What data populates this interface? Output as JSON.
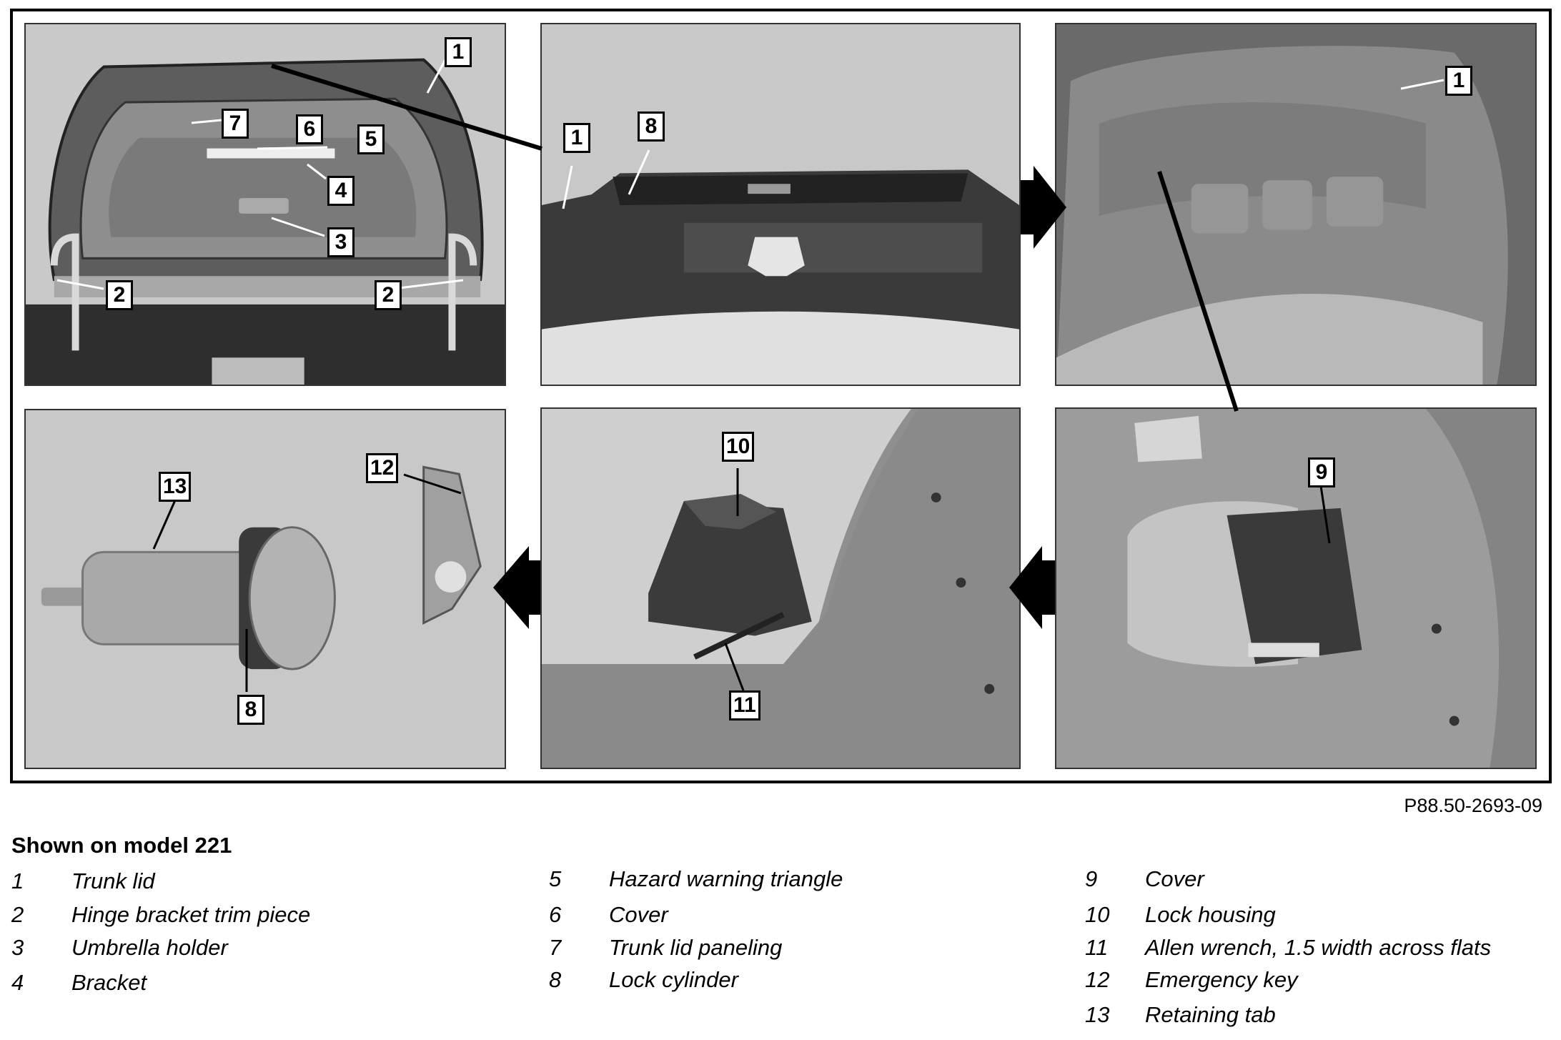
{
  "figure": {
    "reference_code": "P88.50-2693-09"
  },
  "callouts": [
    {
      "id": "c-p1-1",
      "text": "1"
    },
    {
      "id": "c-p1-7",
      "text": "7"
    },
    {
      "id": "c-p1-6",
      "text": "6"
    },
    {
      "id": "c-p1-5",
      "text": "5"
    },
    {
      "id": "c-p1-4",
      "text": "4"
    },
    {
      "id": "c-p1-3",
      "text": "3"
    },
    {
      "id": "c-p1-2a",
      "text": "2"
    },
    {
      "id": "c-p1-2b",
      "text": "2"
    },
    {
      "id": "c-p2-1",
      "text": "1"
    },
    {
      "id": "c-p2-8",
      "text": "8"
    },
    {
      "id": "c-p3-1",
      "text": "1"
    },
    {
      "id": "c-p4-13",
      "text": "13"
    },
    {
      "id": "c-p4-12",
      "text": "12"
    },
    {
      "id": "c-p4-8",
      "text": "8"
    },
    {
      "id": "c-p5-10",
      "text": "10"
    },
    {
      "id": "c-p5-11",
      "text": "11"
    },
    {
      "id": "c-p6-9",
      "text": "9"
    }
  ],
  "legend": {
    "title": "Shown on model 221",
    "items": [
      {
        "num": "1",
        "label": "Trunk lid"
      },
      {
        "num": "2",
        "label": "Hinge bracket trim piece"
      },
      {
        "num": "3",
        "label": "Umbrella holder"
      },
      {
        "num": "4",
        "label": "Bracket"
      },
      {
        "num": "5",
        "label": "Hazard warning triangle"
      },
      {
        "num": "6",
        "label": "Cover"
      },
      {
        "num": "7",
        "label": "Trunk lid paneling"
      },
      {
        "num": "8",
        "label": "Lock cylinder"
      },
      {
        "num": "9",
        "label": "Cover"
      },
      {
        "num": "10",
        "label": "Lock housing"
      },
      {
        "num": "11",
        "label": "Allen wrench, 1.5 width across flats"
      },
      {
        "num": "12",
        "label": "Emergency key"
      },
      {
        "num": "13",
        "label": "Retaining tab"
      }
    ]
  }
}
